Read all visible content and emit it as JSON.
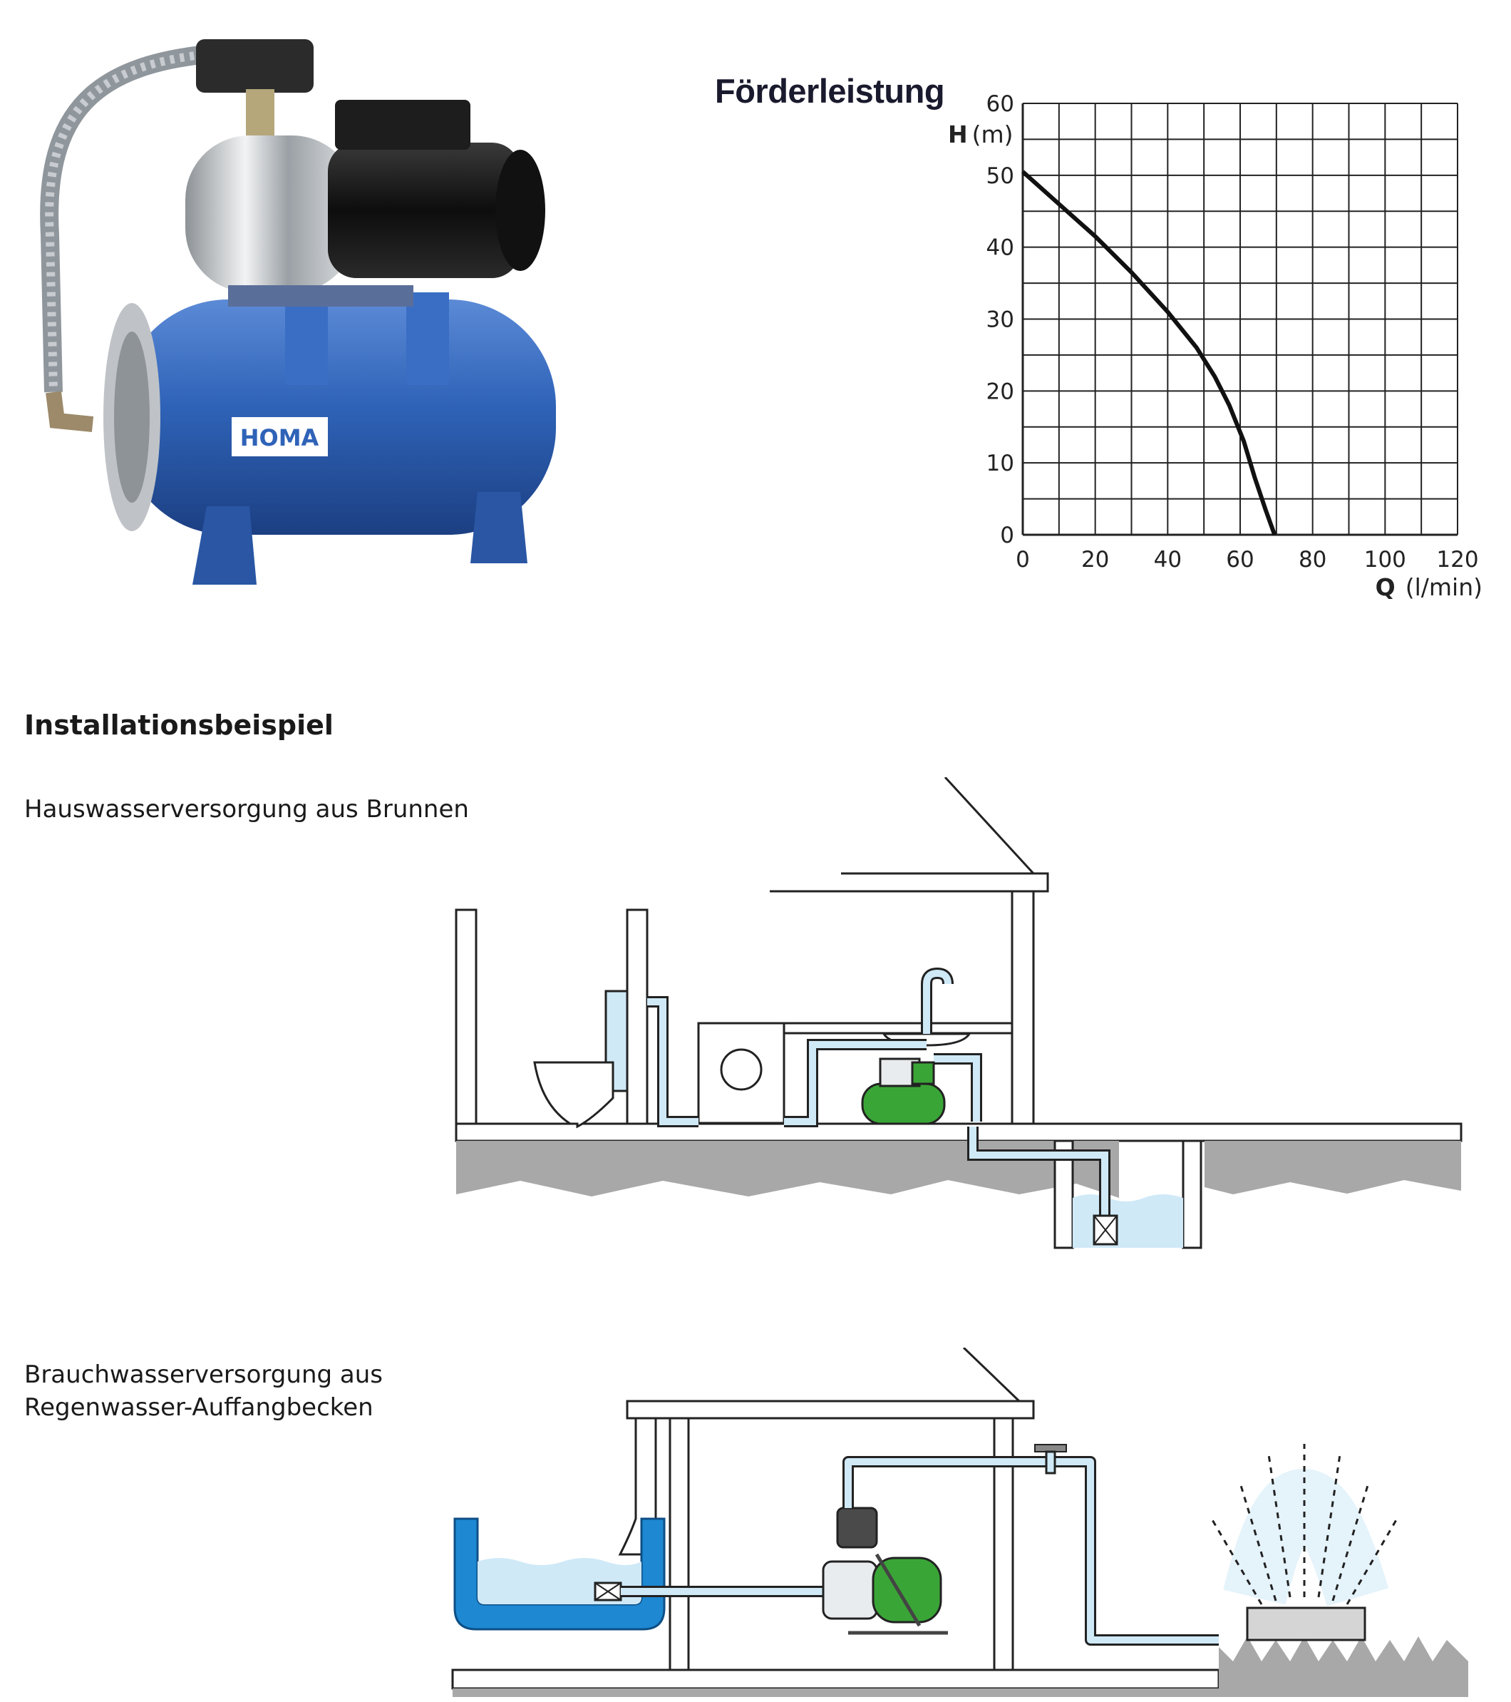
{
  "product": {
    "brand": "HOMA",
    "colors": {
      "tank": "#2f63b8",
      "motor": "#1a1a1a",
      "steel": "#c9ccd0"
    }
  },
  "chart_title": "Förderleistung",
  "chart_data": {
    "type": "line",
    "title": "Förderleistung",
    "ylabel_bold": "H",
    "ylabel_unit": "(m)",
    "xlabel_bold": "Q",
    "xlabel_unit": "(l/min)",
    "xlim": [
      0,
      120
    ],
    "ylim": [
      0,
      60
    ],
    "x_ticks": [
      "0",
      "20",
      "40",
      "60",
      "80",
      "100",
      "120"
    ],
    "y_ticks": [
      "0",
      "10",
      "20",
      "30",
      "40",
      "50",
      "60"
    ],
    "grid": true,
    "series": [
      {
        "x": [
          0,
          10,
          20,
          30,
          40,
          48,
          53,
          57,
          61,
          64,
          67,
          69.5
        ],
        "y": [
          50.5,
          46,
          41.5,
          36.5,
          31,
          26,
          22,
          18,
          13,
          8,
          3.5,
          0
        ]
      }
    ]
  },
  "section_title": "Installationsbeispiel",
  "examples": [
    {
      "caption": "Hauswasserversorgung aus Brunnen"
    },
    {
      "caption_line1": "Brauchwasserversorgung aus",
      "caption_line2": "Regenwasser-Auffangbecken"
    }
  ],
  "colors": {
    "water": "#cfe9f7",
    "water_dark": "#1e88d2",
    "pump_green": "#3aa537",
    "ground": "#a8a8a8"
  }
}
